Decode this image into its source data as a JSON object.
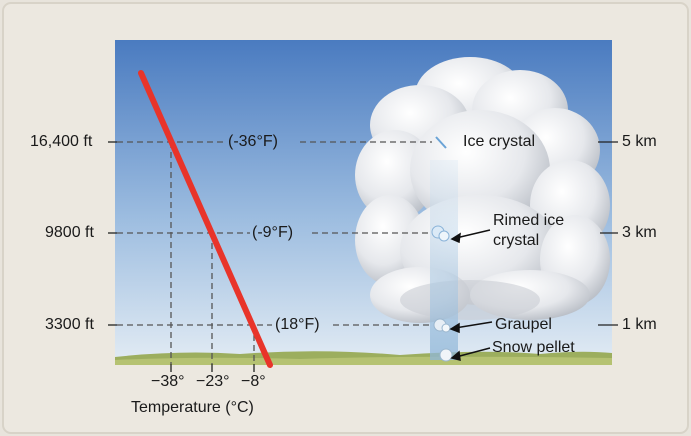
{
  "altitude_ft": [
    "16,400 ft",
    "9800 ft",
    "3300 ft"
  ],
  "altitude_km": [
    "5 km",
    "3 km",
    "1 km"
  ],
  "air_temps_f": [
    "(-36°F)",
    "(-9°F)",
    "(18°F)"
  ],
  "particles": {
    "ice_crystal": "Ice crystal",
    "rimed_line1": "Rimed ice",
    "rimed_line2": "crystal",
    "graupel": "Graupel",
    "snow_pellet": "Snow pellet"
  },
  "temp_ticks": [
    "−38°",
    "−23°",
    "−8°"
  ],
  "x_axis_label": "Temperature (°C)",
  "colors": {
    "sky_top": "#4f7fc3",
    "sky_bottom": "#dfeaf4",
    "temp_line": "#e8342a",
    "ground": "#9cae5e",
    "background": "#e8e4dc"
  }
}
